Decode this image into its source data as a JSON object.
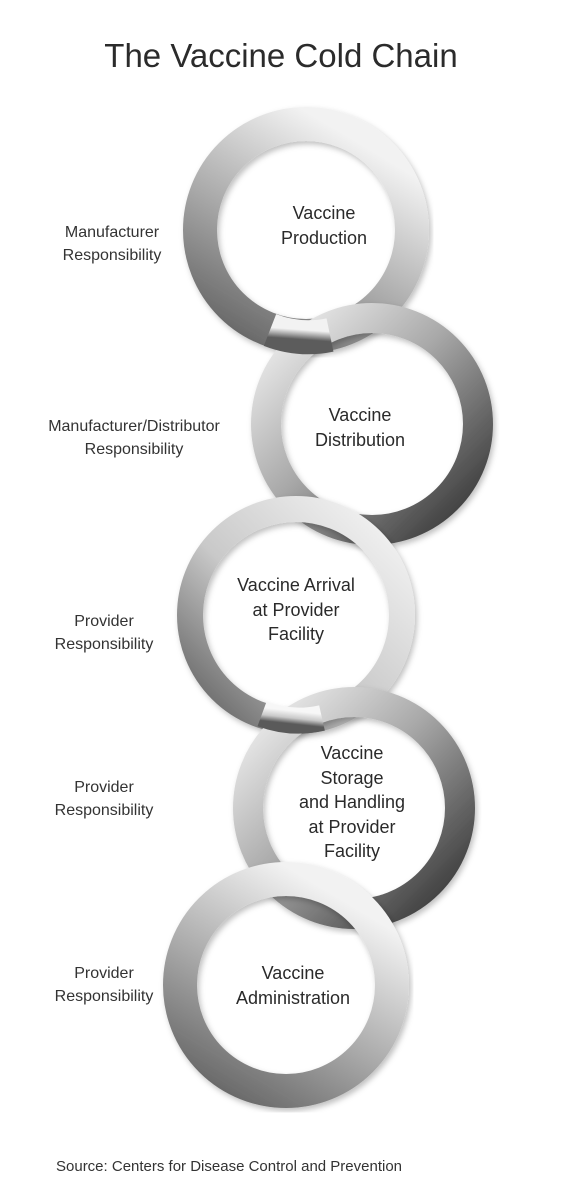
{
  "title": "The Vaccine Cold Chain",
  "stages": [
    {
      "label_lines": [
        "Vaccine",
        "Production"
      ],
      "responsibility_lines": [
        "Manufacturer",
        "Responsibility"
      ]
    },
    {
      "label_lines": [
        "Vaccine",
        "Distribution"
      ],
      "responsibility_lines": [
        "Manufacturer/Distributor",
        "Responsibility"
      ]
    },
    {
      "label_lines": [
        "Vaccine Arrival",
        "at Provider",
        "Facility"
      ],
      "responsibility_lines": [
        "Provider",
        "Responsibility"
      ]
    },
    {
      "label_lines": [
        "Vaccine",
        "Storage",
        "and Handling",
        "at Provider",
        "Facility"
      ],
      "responsibility_lines": [
        "Provider",
        "Responsibility"
      ]
    },
    {
      "label_lines": [
        "Vaccine",
        "Administration"
      ],
      "responsibility_lines": [
        "Provider",
        "Responsibility"
      ]
    }
  ],
  "source": "Source: Centers for Disease Control and Prevention",
  "colors": {
    "ring_light": "#f2f2f2",
    "ring_mid": "#9a9a9a",
    "ring_dark": "#3a3a3a",
    "text": "#2a2a2a"
  }
}
